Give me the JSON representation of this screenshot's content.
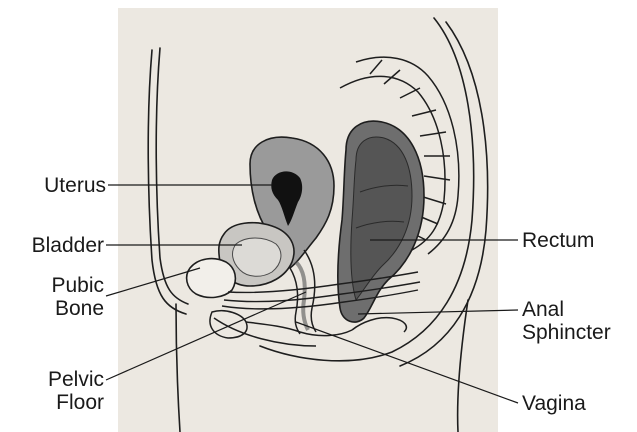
{
  "labels": {
    "uterus": "Uterus",
    "bladder": "Bladder",
    "pubic_bone": [
      "Pubic",
      "Bone"
    ],
    "pelvic_floor": [
      "Pelvic",
      "Floor"
    ],
    "rectum": "Rectum",
    "anal_sphincter": [
      "Anal",
      "Sphincter"
    ],
    "vagina": "Vagina"
  },
  "colors": {
    "paper": "#ece8e1",
    "ink": "#1e1e1e",
    "uterus_fill": "#9a9a9a",
    "uterus_cavity": "#111111",
    "rectum_fill": "#6e6e6e",
    "bladder_fill": "#c8c6c2"
  }
}
